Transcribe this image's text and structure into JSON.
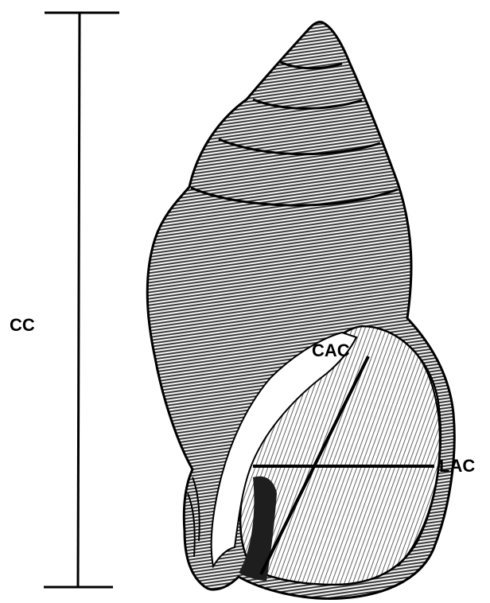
{
  "diagram": {
    "labels": {
      "cc": "CC",
      "cac": "CAC",
      "lac": "LAC"
    },
    "colors": {
      "ink": "#000000",
      "shell_shade": "#4a4a4a",
      "shell_dark": "#1e1e1e",
      "background": "#ffffff"
    }
  }
}
